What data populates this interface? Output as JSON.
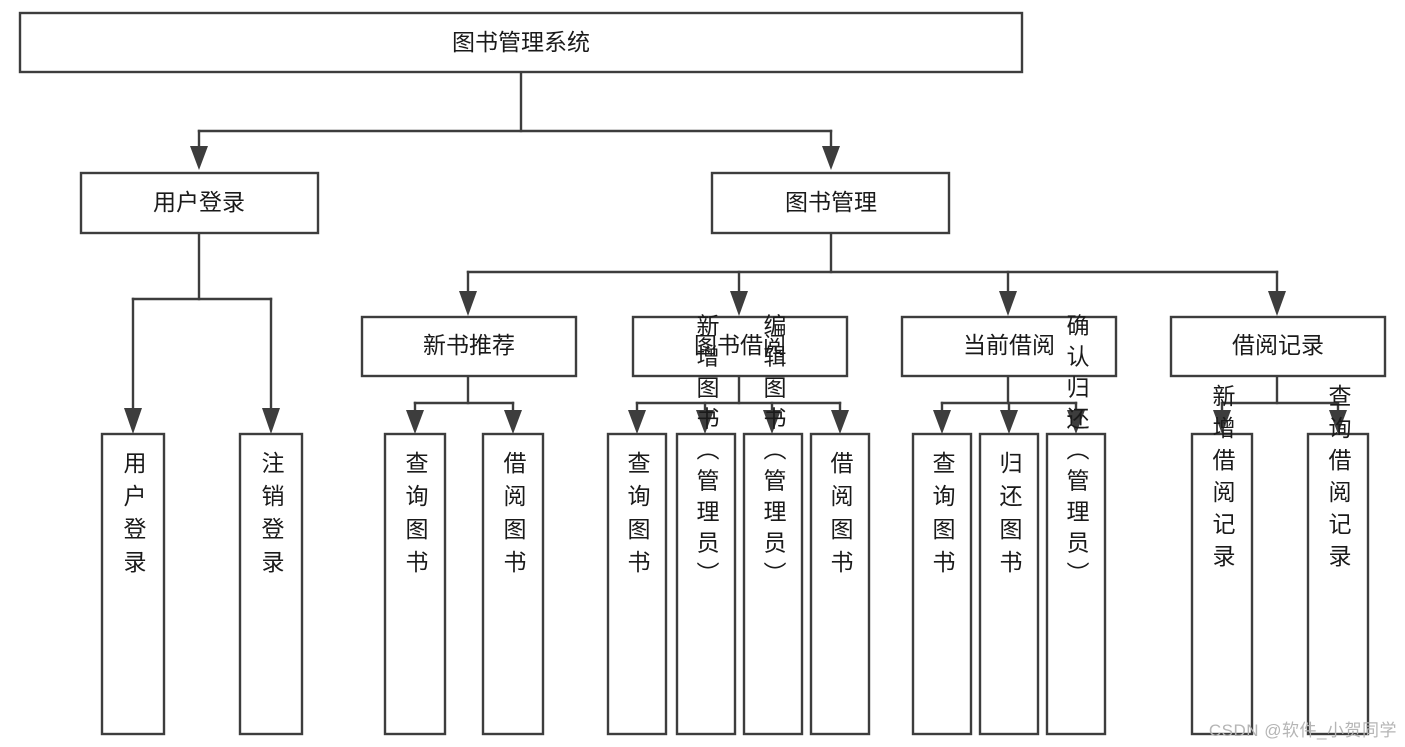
{
  "diagram": {
    "type": "tree",
    "title_node": "图书管理系统",
    "colors": {
      "box_stroke": "#3d3d3d",
      "box_fill": "#ffffff",
      "text": "#1a1a1a",
      "background": "#ffffff",
      "watermark": "#b5b5b5"
    },
    "levels": {
      "root": {
        "label": "图书管理系统"
      },
      "level1": [
        {
          "id": "user-login",
          "label": "用户登录"
        },
        {
          "id": "book-manage",
          "label": "图书管理"
        }
      ],
      "level2": [
        {
          "id": "new-book-recommend",
          "label": "新书推荐",
          "parent": "book-manage"
        },
        {
          "id": "book-borrow",
          "label": "图书借阅",
          "parent": "book-manage"
        },
        {
          "id": "current-borrow",
          "label": "当前借阅",
          "parent": "book-manage"
        },
        {
          "id": "borrow-record",
          "label": "借阅记录",
          "parent": "book-manage"
        }
      ],
      "leaves": [
        {
          "id": "leaf-user-login",
          "label": "用户登录",
          "parent": "user-login"
        },
        {
          "id": "leaf-logout",
          "label": "注销登录",
          "parent": "user-login"
        },
        {
          "id": "leaf-query-book-1",
          "label": "查询图书",
          "parent": "new-book-recommend"
        },
        {
          "id": "leaf-borrow-book-1",
          "label": "借阅图书",
          "parent": "new-book-recommend"
        },
        {
          "id": "leaf-query-book-2",
          "label": "查询图书",
          "parent": "book-borrow"
        },
        {
          "id": "leaf-add-book",
          "label": "新增图书（管理员）",
          "parent": "book-borrow"
        },
        {
          "id": "leaf-edit-book",
          "label": "编辑图书（管理员）",
          "parent": "book-borrow"
        },
        {
          "id": "leaf-borrow-book-2",
          "label": "借阅图书",
          "parent": "book-borrow"
        },
        {
          "id": "leaf-query-book-3",
          "label": "查询图书",
          "parent": "current-borrow"
        },
        {
          "id": "leaf-return-book",
          "label": "归还图书",
          "parent": "current-borrow"
        },
        {
          "id": "leaf-confirm-return",
          "label": "确认归还（管理员）",
          "parent": "current-borrow"
        },
        {
          "id": "leaf-add-record",
          "label": "新增借阅记录",
          "parent": "borrow-record"
        },
        {
          "id": "leaf-query-record",
          "label": "查询借阅记录",
          "parent": "borrow-record"
        }
      ]
    }
  },
  "watermark": {
    "text": "CSDN @软件_小贺同学"
  }
}
